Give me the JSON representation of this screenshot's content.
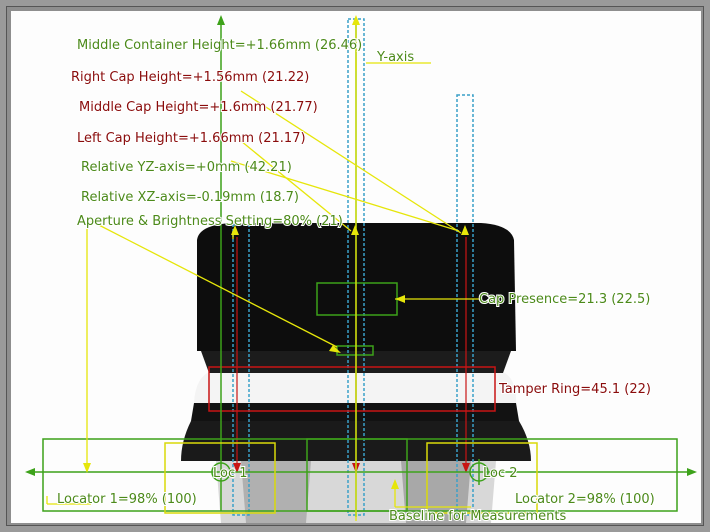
{
  "annotations": {
    "middle_container_height": "Middle Container Height=+1.66mm (26.46)",
    "right_cap_height": "Right Cap Height=+1.56mm (21.22)",
    "middle_cap_height": "Middle Cap Height=+1.6mm (21.77)",
    "left_cap_height": "Left Cap Height=+1.66mm (21.17)",
    "relative_yz_axis": "Relative YZ-axis=+0mm (42.21)",
    "relative_xz_axis": "Relative XZ-axis=-0.19mm (18.7)",
    "aperture_brightness": "Aperture & Brightness Setting=80% (21)",
    "cap_presence": "Cap Presence=21.3 (22.5)",
    "tamper_ring": "Tamper Ring=45.1 (22)",
    "locator_1": "Locator 1=98% (100)",
    "locator_2": "Locator 2=98% (100)",
    "loc_1": "Loc 1",
    "loc_2": "Loc 2",
    "y_axis": "Y-axis",
    "baseline": "Baseline for Measurements"
  },
  "colors": {
    "green": "#4c8a1a",
    "red": "#8a0c0c",
    "yellow": "#e6e60a",
    "cyan": "#3aa0c8",
    "cap": "#111111"
  }
}
